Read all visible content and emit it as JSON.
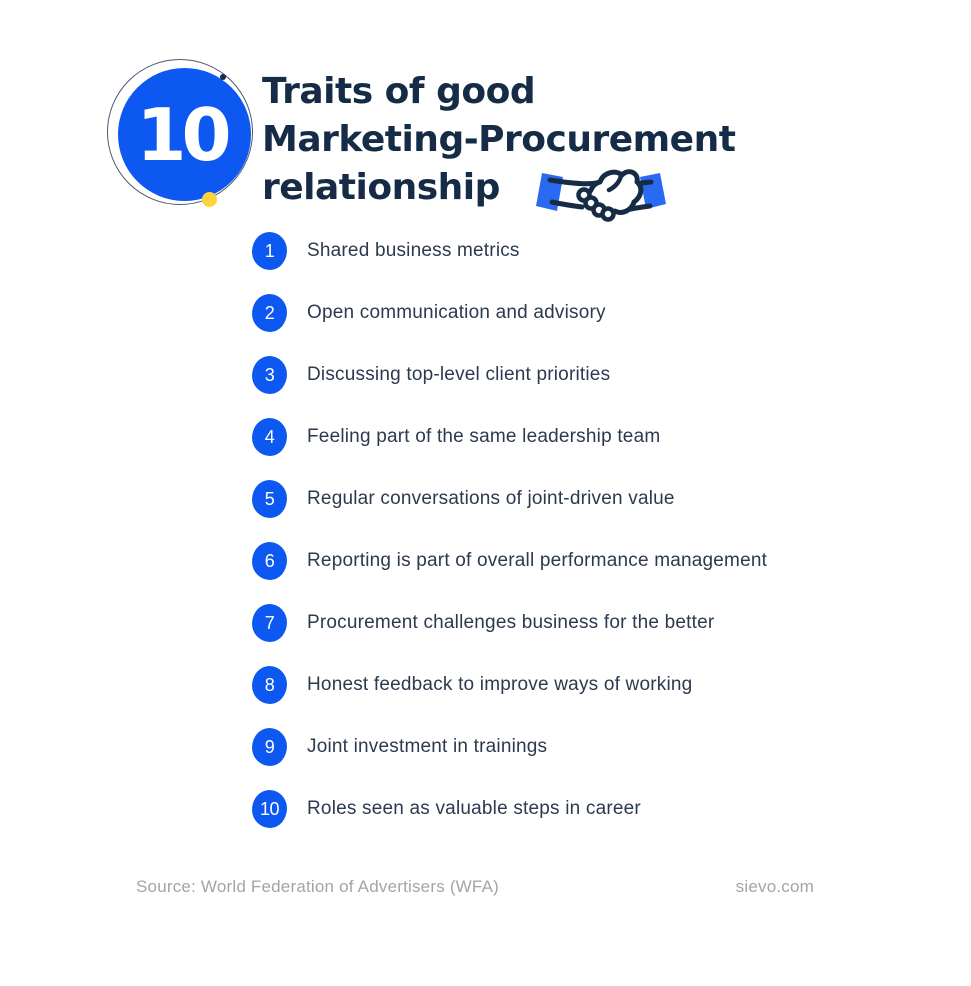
{
  "badge": {
    "number": "10"
  },
  "header": {
    "title_lines": [
      "Traits of good",
      "Marketing-Procurement",
      "relationship"
    ],
    "icon": "handshake-icon"
  },
  "list": {
    "items": [
      {
        "number": "1",
        "text": "Shared business metrics"
      },
      {
        "number": "2",
        "text": "Open communication and advisory"
      },
      {
        "number": "3",
        "text": "Discussing top-level client priorities"
      },
      {
        "number": "4",
        "text": "Feeling part of the same leadership team"
      },
      {
        "number": "5",
        "text": "Regular conversations of joint-driven value"
      },
      {
        "number": "6",
        "text": "Reporting is part of overall performance management"
      },
      {
        "number": "7",
        "text": "Procurement challenges business for the better"
      },
      {
        "number": "8",
        "text": "Honest feedback to improve ways of working"
      },
      {
        "number": "9",
        "text": "Joint investment in trainings"
      },
      {
        "number": "10",
        "text": "Roles seen as valuable steps in career"
      }
    ]
  },
  "footer": {
    "source": "Source: World Federation of Advertisers (WFA)",
    "site": "sievo.com"
  },
  "colors": {
    "accent_blue": "#0e58f2",
    "cuff_blue": "#2a6af3",
    "navy": "#162b46",
    "text_navy": "#2c3a4f",
    "footer_gray": "#a4a4a4",
    "yellow": "#ffd23c"
  }
}
